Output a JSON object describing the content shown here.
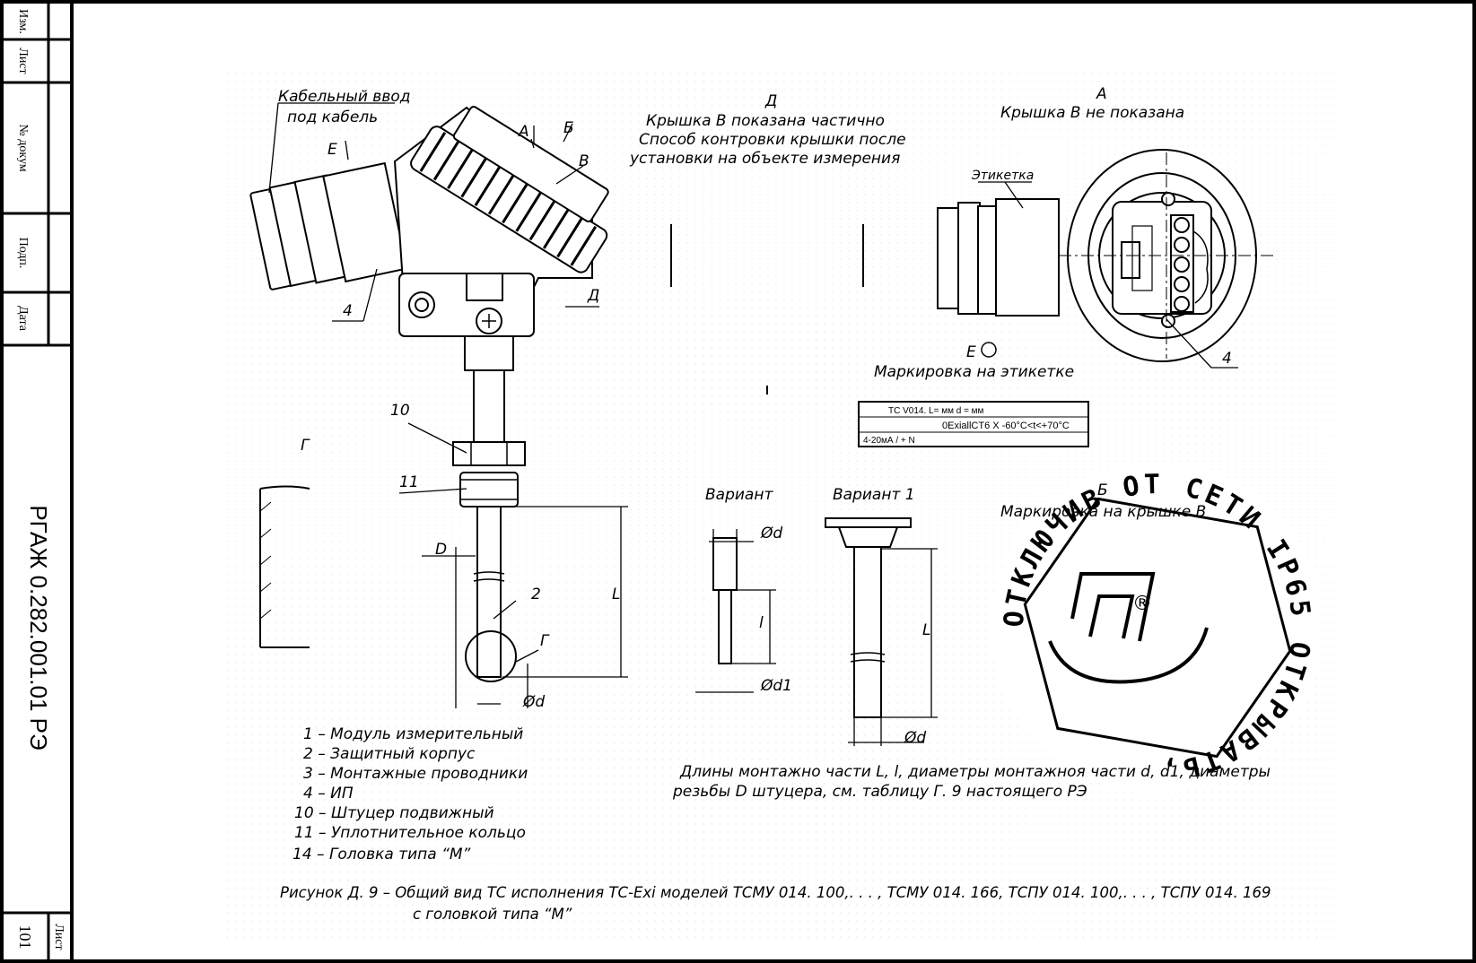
{
  "stamp": {
    "cols": [
      "Изм.",
      "Лист",
      "№ докум",
      "Подп.",
      "Дата"
    ],
    "doc_code": "РГАЖ 0.282.001.01 РЭ",
    "sheet_label": "Лист",
    "sheet_number": "101"
  },
  "drawing": {
    "cable_entry_1": "Кабельный ввод",
    "cable_entry_2": "под кабель",
    "view_d_title": "Д",
    "view_d_1": "Крышка В показана частично",
    "view_d_2": "Способ контровки крышки после",
    "view_d_3": "установки на объекте измерения",
    "view_a_title": "А",
    "view_a_1": "Крышка В   не показана",
    "label_sticker": "Этикетка",
    "e_mark": "Е",
    "marking_label": "Маркировка на этикетке",
    "var_left": "Вариант",
    "var_right": "Вариант 1",
    "view_b_title": "Б",
    "view_b_text": "Маркировка на крышке В",
    "view_g": "Г",
    "note_1": "Длины монтажно части L, l, диаметры монтажноя части d,  d1,  диаметры",
    "note_2": "резьбы D штуцера,  см. таблицу Г. 9 настоящего РЭ",
    "cap_1": "Рисунок Д. 9 – Общий вид ТС исполнения ТС-Ехi моделей ТСМУ 014. 100,. . . , ТСМУ 014. 166,  ТСПУ 014. 100,. . . , ТСПУ 014. 169",
    "cap_2": "с головкой типа “М”",
    "pos": {
      "a": "А",
      "b": "Б",
      "v": "В",
      "e": "Е",
      "d": "Д",
      "four": "4",
      "ten": "10",
      "eleven": "11",
      "two": "2",
      "g": "Г",
      "D": "D",
      "L": "L",
      "l": "l",
      "od": "Ød",
      "od1": "Ød1",
      "od2": "Ød",
      "L2": "L",
      "four2": "4"
    },
    "legend": [
      "1 – Модуль измерительный",
      "2 – Защитный корпус",
      "3 – Монтажные проводники",
      "4 – ИП",
      "10 – Штуцер подвижный",
      "11 – Уплотнительное кольцо",
      "14 – Головка типа “М”"
    ],
    "plate": {
      "row1": "TC     V014.       L=        мм d =       мм",
      "row2": "0ExiallCT6 X  -60°C<t<+70°C",
      "row3": "4-20мА      /     +      N"
    },
    "cover_ring": "ОТКЛЮЧИВ ОТ СЕТИ IP65 ОТКРЫВАТЬ,",
    "reg": "®"
  }
}
